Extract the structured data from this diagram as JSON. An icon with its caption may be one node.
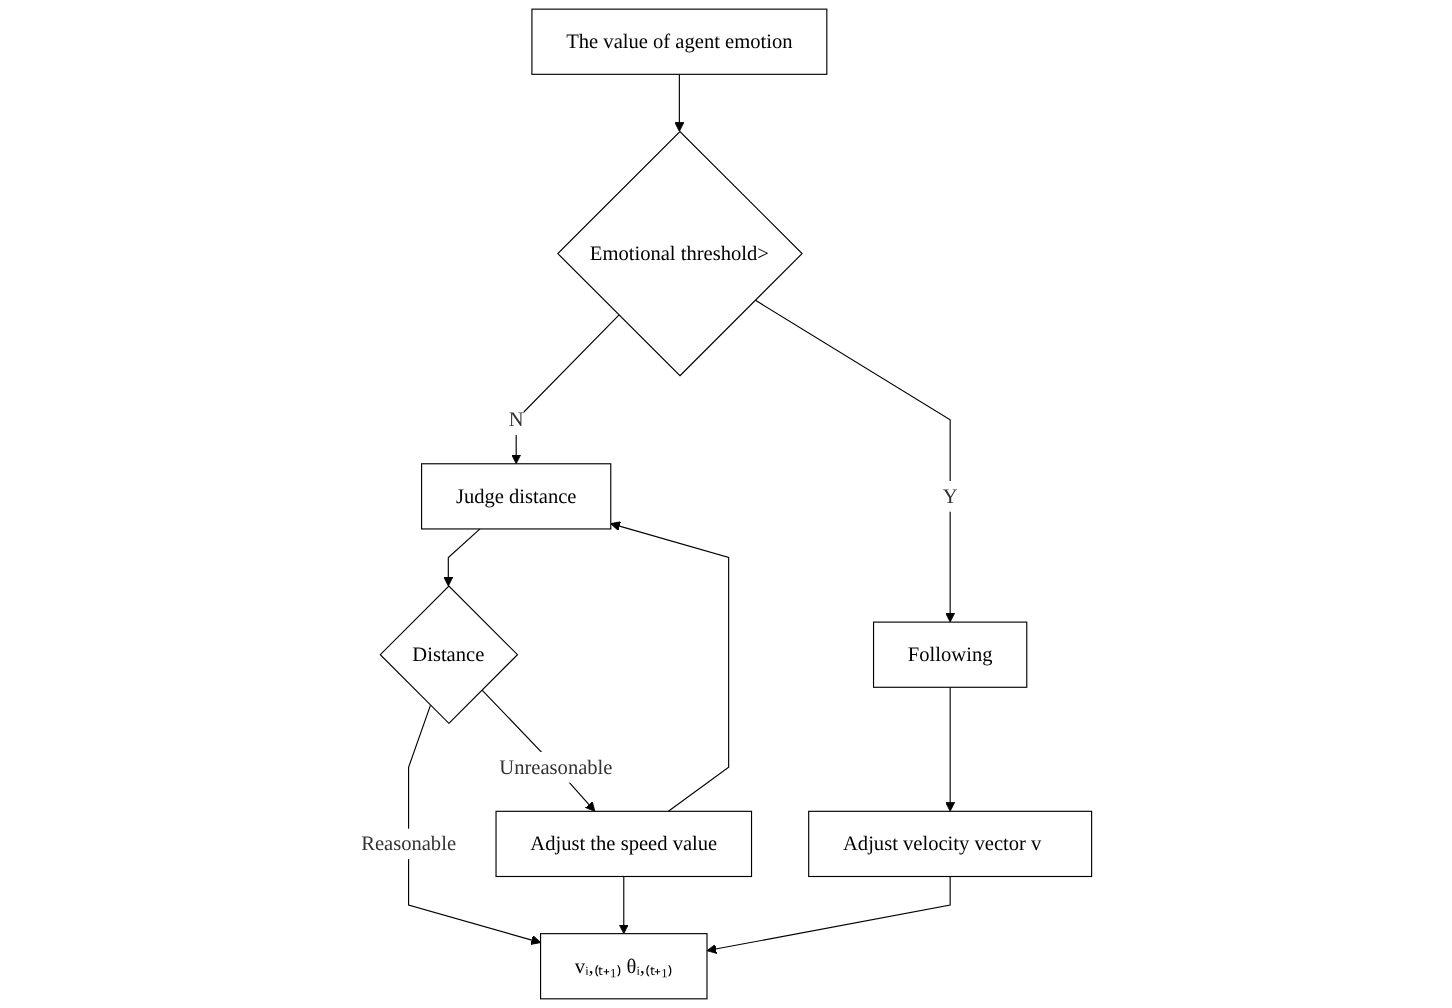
{
  "diagram": {
    "nodes": [
      {
        "text": [
          "The value of agent emotion"
        ]
      },
      {
        "text": [
          "Emotional threshold>"
        ]
      },
      {
        "text": [
          "Judge distance"
        ]
      },
      {
        "text": [
          "Following"
        ]
      },
      {
        "text": [
          "Distance"
        ]
      },
      {
        "text": [
          "Adjust the speed value"
        ]
      },
      {
        "text": [
          "Adjust velocity vector v⃗"
        ]
      },
      {
        "text": [
          "vᵢ,₍ₜ₊₁₎ θᵢ,₍ₜ₊₁₎"
        ]
      }
    ],
    "edges": [
      {
        "from": 0,
        "to": 1,
        "arrow": "to"
      },
      {
        "from": 1,
        "to": 2,
        "label": "N",
        "arrow": "to"
      },
      {
        "from": 1,
        "to": 3,
        "label": "Y",
        "arrow": "to"
      },
      {
        "from": 2,
        "to": 4,
        "arrow": "to"
      },
      {
        "from": 4,
        "to": 7,
        "label": "Reasonable",
        "arrow": "to"
      },
      {
        "from": 4,
        "to": 5,
        "label": "Unreasonable",
        "arrow": "to"
      },
      {
        "from": 5,
        "to": 2,
        "arrow": "to"
      },
      {
        "from": 3,
        "to": 6,
        "arrow": "to"
      },
      {
        "from": 5,
        "to": 7,
        "arrow": "to"
      },
      {
        "from": 6,
        "to": 7,
        "arrow": "to"
      }
    ]
  }
}
